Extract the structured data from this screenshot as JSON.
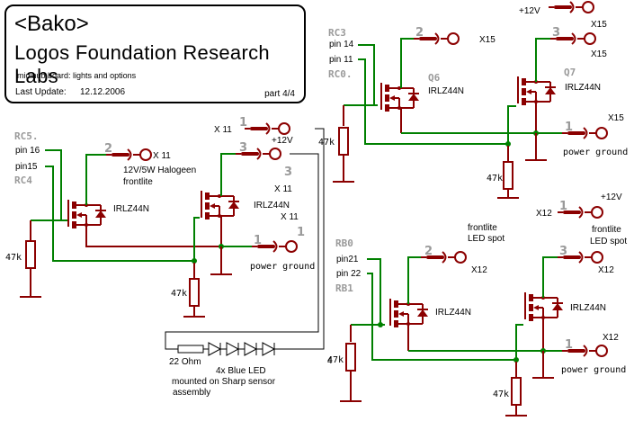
{
  "title_block": {
    "author": "<Bako>",
    "organization": "Logos Foundation Research Labs",
    "subtitle": "midihub board: lights and options",
    "last_update_label": "Last Update:",
    "last_update_date": "12.12.2006",
    "part": "part 4/4"
  },
  "colors": {
    "component": "#8b0000",
    "net": "#008000",
    "wire": "#000000",
    "pin_number": "#9a9a9a"
  },
  "left_circuit": {
    "signal_1": {
      "name": "RC5.",
      "pin": "pin 16"
    },
    "signal_2": {
      "name": "RC4",
      "pin": "pin15"
    },
    "mosfet_a": {
      "part": "IRLZ44N"
    },
    "mosfet_b": {
      "part": "IRLZ44N"
    },
    "resistor_a": "47k",
    "resistor_b": "47k",
    "conn_halogen": {
      "pin": "2",
      "connector": "X 11",
      "label_line1": "12V/5W Halogeen",
      "label_line2": "frontlite"
    },
    "conn_12v": {
      "pin": "1",
      "connector": "X 11",
      "label": "+12V"
    },
    "conn_led": {
      "pin": "3",
      "connector": "X 11",
      "pin_label": "3",
      "connector_2": "X 11"
    },
    "conn_ground": {
      "pin": "1",
      "pin_top": "1",
      "label": "power ground"
    },
    "led_resistor": "22 Ohm",
    "led_label_line1": "4x Blue LED",
    "led_label_line2": "mounted on Sharp sensor",
    "led_label_line3": "assembly",
    "side_label": "4"
  },
  "top_right_circuit": {
    "signal_1": {
      "name": "RC3",
      "pin": "pin 14"
    },
    "signal_2": {
      "name": "RC0.",
      "pin": "pin 11"
    },
    "q6": {
      "ref": "Q6",
      "part": "IRLZ44N"
    },
    "q7": {
      "ref": "Q7",
      "part": "IRLZ44N"
    },
    "resistor_a": "47k",
    "resistor_b": "47k",
    "conn_12v": {
      "label": "+12V",
      "connector": "X15"
    },
    "conn_2": {
      "pin": "2",
      "connector": "X15"
    },
    "conn_3": {
      "pin": "3",
      "connector": "X15"
    },
    "conn_ground": {
      "pin": "1",
      "connector": "X15",
      "label": "power ground"
    }
  },
  "bottom_right_circuit": {
    "signal_1": {
      "name": "RB0",
      "pin": "pin21"
    },
    "signal_2": {
      "name": "RB1",
      "pin": "pin 22"
    },
    "mosfet_a": {
      "part": "IRLZ44N"
    },
    "mosfet_b": {
      "part": "IRLZ44N"
    },
    "resistor_a": "47k",
    "resistor_b": "47k",
    "conn_12v": {
      "pin": "1",
      "connector": "X12",
      "label": "+12V",
      "label_line1": "frontlite",
      "label_line2": "LED spot"
    },
    "conn_2": {
      "pin": "2",
      "connector": "X12",
      "label_line1": "frontlite",
      "label_line2": "LED spot"
    },
    "conn_3": {
      "pin": "3",
      "connector": "X12"
    },
    "conn_ground": {
      "pin": "1",
      "connector": "X12",
      "label": "power ground"
    }
  }
}
